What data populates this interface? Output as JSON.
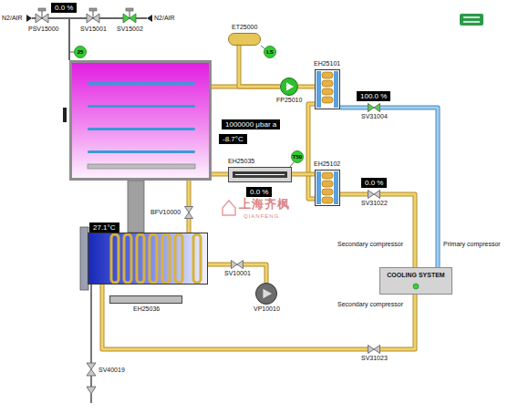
{
  "diagram": {
    "nodes": [
      {
        "text": [
          "1000000 μbar a"
        ]
      },
      {
        "text": [
          "ET25000"
        ]
      },
      {
        "text": [
          "FP25010"
        ]
      },
      {
        "text": [
          "EH25101"
        ]
      },
      {
        "text": [
          "EH25102"
        ]
      },
      {
        "text": [
          "EH25035"
        ]
      },
      {
        "text": [
          "COOLING SYSTEM"
        ]
      },
      {
        "text": [
          "27.1°C"
        ]
      },
      {
        "text": [
          "EH25036"
        ]
      },
      {
        "text": [
          "VP10010"
        ]
      },
      {
        "text": [
          "100.0 %",
          "SV31004"
        ]
      },
      {
        "text": [
          "0.0 %",
          "SV31022"
        ]
      },
      {
        "text": [
          "SV31023"
        ]
      },
      {
        "text": [
          "BFV10000"
        ]
      },
      {
        "text": [
          "SV10001"
        ]
      }
    ],
    "edges": [
      {
        "from": 0,
        "to": 2,
        "arrow": "none"
      },
      {
        "from": 1,
        "to": 2,
        "arrow": "none"
      },
      {
        "from": 2,
        "to": 3,
        "arrow": "none"
      },
      {
        "from": 3,
        "to": 4,
        "arrow": "none"
      },
      {
        "from": 5,
        "to": 4,
        "arrow": "none"
      },
      {
        "from": 5,
        "to": 0,
        "arrow": "none"
      },
      {
        "from": 3,
        "to": 10,
        "arrow": "none"
      },
      {
        "from": 10,
        "to": 6,
        "arrow": "none"
      },
      {
        "from": 4,
        "to": 11,
        "arrow": "none"
      },
      {
        "from": 11,
        "to": 6,
        "arrow": "none"
      },
      {
        "from": 6,
        "to": 12,
        "arrow": "none"
      },
      {
        "from": 12,
        "to": 7,
        "arrow": "none"
      },
      {
        "from": 0,
        "to": 13,
        "arrow": "none"
      },
      {
        "from": 13,
        "to": 7,
        "arrow": "none"
      },
      {
        "from": 7,
        "to": 14,
        "arrow": "none"
      },
      {
        "from": 14,
        "to": 9,
        "arrow": "none"
      }
    ],
    "labels": [
      "0.0 %",
      "N2/AIR",
      "PSV15000",
      "SV15001",
      "SV15002",
      "N2/AIR",
      "25",
      "LS",
      "-8.7°C",
      "T50",
      "0.0 %",
      "上海齐枫",
      "QIANFENG",
      "Secondary compressor",
      "Primary compressor",
      "Secondary compressor",
      "SV40019"
    ]
  }
}
